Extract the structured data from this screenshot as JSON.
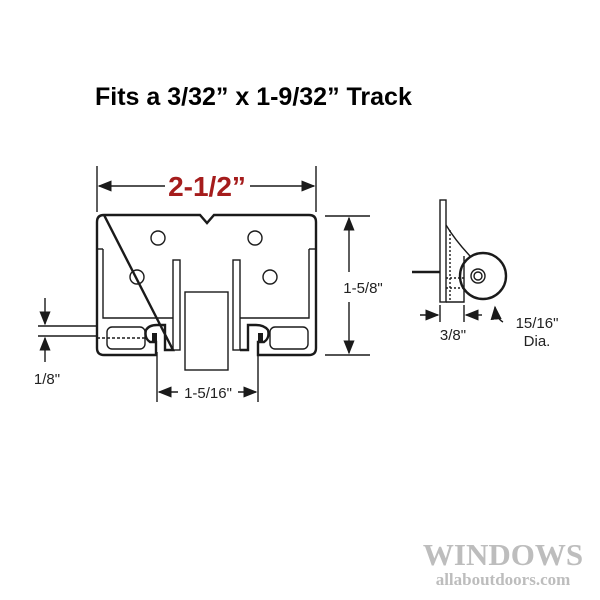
{
  "title": "Fits a 3/32” x 1-9/32” Track",
  "dimensions": {
    "width": "2-1/2”",
    "height": "1-5/8\"",
    "track_gap": "1-5/16\"",
    "lip": "1/8\"",
    "side_depth": "3/8\"",
    "wheel_diameter": "15/16\"",
    "wheel_diameter_suffix": "Dia."
  },
  "colors": {
    "accent": "#a51c1c",
    "watermark": "#bdbdbd"
  },
  "watermark": {
    "line1": "WINDOWS",
    "line2": "allaboutdoors.com"
  }
}
